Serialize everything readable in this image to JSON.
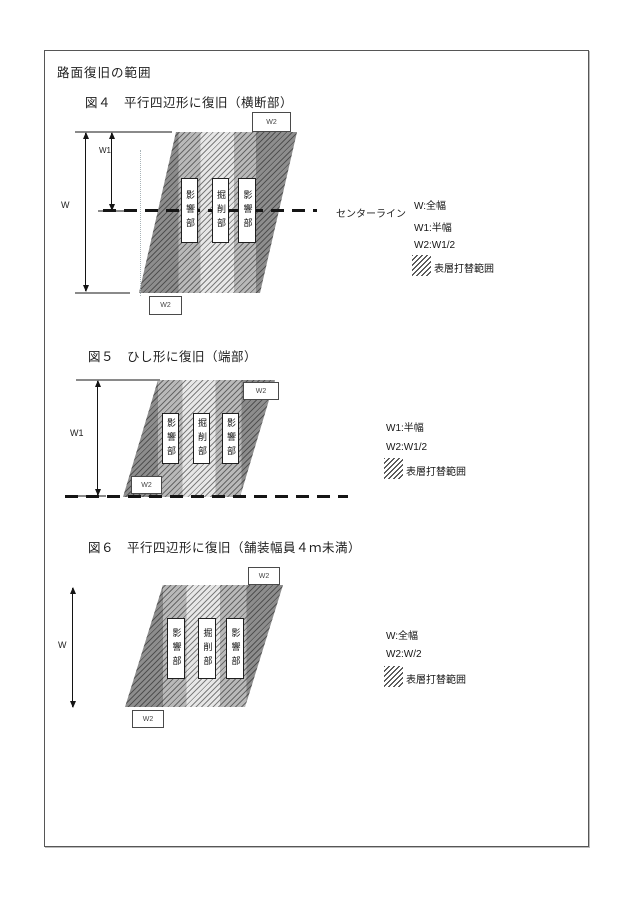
{
  "page": {
    "title": "路面復旧の範囲"
  },
  "figures": [
    {
      "heading": "図４　平行四辺形に復旧（横断部）",
      "dim_w": "W",
      "dim_w1": "W1",
      "w2_top": "W2",
      "w2_bottom": "W2",
      "centerline_label": "センターライン",
      "zones": [
        "影響部",
        "掘削部",
        "影響部"
      ],
      "legend_lines": [
        "W:全幅",
        "W1:半幅",
        "W2:W1/2"
      ],
      "legend_swatch_label": "表層打替範囲"
    },
    {
      "heading": "図５　ひし形に復旧（端部）",
      "dim_w1": "W1",
      "w2_top": "W2",
      "w2_bottom": "W2",
      "zones": [
        "影響部",
        "掘削部",
        "影響部"
      ],
      "legend_lines": [
        "W1:半幅",
        "W2:W1/2"
      ],
      "legend_swatch_label": "表層打替範囲"
    },
    {
      "heading": "図６　平行四辺形に復旧（舗装幅員４ｍ未満）",
      "dim_w": "W",
      "w2_top": "W2",
      "w2_bottom": "W2",
      "zones": [
        "影響部",
        "掘削部",
        "影響部"
      ],
      "legend_lines": [
        "W:全幅",
        "W2:W/2"
      ],
      "legend_swatch_label": "表層打替範囲"
    }
  ],
  "colors": {
    "hatch_dark_band": "#8d8d8d",
    "hatch_mid_band": "#b9b9b9",
    "hatch_light_band": "#e7e7e7",
    "line": "#141414"
  }
}
